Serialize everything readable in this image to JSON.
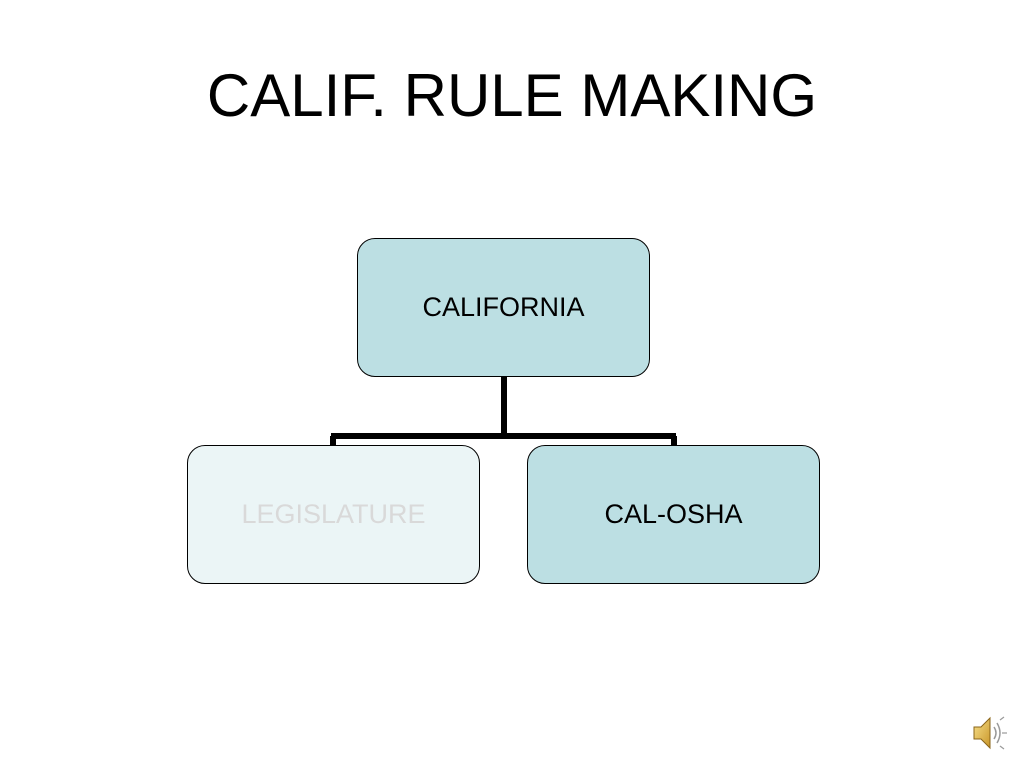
{
  "slide": {
    "title": "CALIF. RULE MAKING"
  },
  "org_chart": {
    "root": {
      "label": "CALIFORNIA"
    },
    "children": [
      {
        "label": "LEGISLATURE",
        "state": "dimmed"
      },
      {
        "label": "CAL-OSHA",
        "state": "normal"
      }
    ]
  },
  "colors": {
    "node_fill": "#bcdfe3",
    "node_fill_dimmed": "#ebf5f6",
    "dimmed_text": "#d9d9d9",
    "connector": "#000000"
  },
  "icons": {
    "audio": "speaker-icon"
  }
}
